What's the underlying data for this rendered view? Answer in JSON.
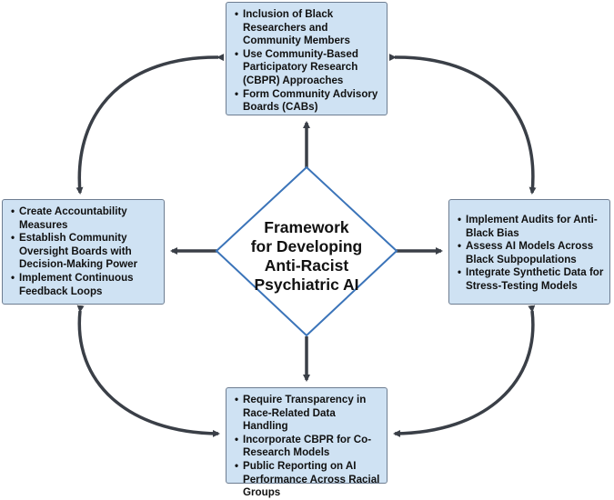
{
  "center": {
    "title": "Framework\nfor Developing\nAnti-Racist\nPsychiatric AI"
  },
  "boxes": {
    "top": {
      "items": [
        "Inclusion of Black Researchers and Community Members",
        "Use Community-Based Participatory Research (CBPR) Approaches",
        "Form Community Advisory Boards (CABs)"
      ]
    },
    "left": {
      "items": [
        "Create Accountability Measures",
        "Establish Community Oversight Boards with Decision-Making Power",
        "Implement Continuous Feedback Loops"
      ]
    },
    "right": {
      "items": [
        "Implement Audits for Anti-Black Bias",
        "Assess AI Models Across Black Subpopulations",
        "Integrate Synthetic Data for Stress-Testing Models"
      ]
    },
    "bottom": {
      "items": [
        "Require Transparency in Race-Related Data Handling",
        "Incorporate CBPR for Co-Research Models",
        "Public Reporting on AI Performance Across Racial Groups"
      ]
    }
  },
  "colors": {
    "box_fill": "#cfe2f3",
    "box_border": "#6d7d91",
    "arrow": "#3a3f47",
    "diamond_border": "#3b74b9",
    "text": "#111111"
  }
}
